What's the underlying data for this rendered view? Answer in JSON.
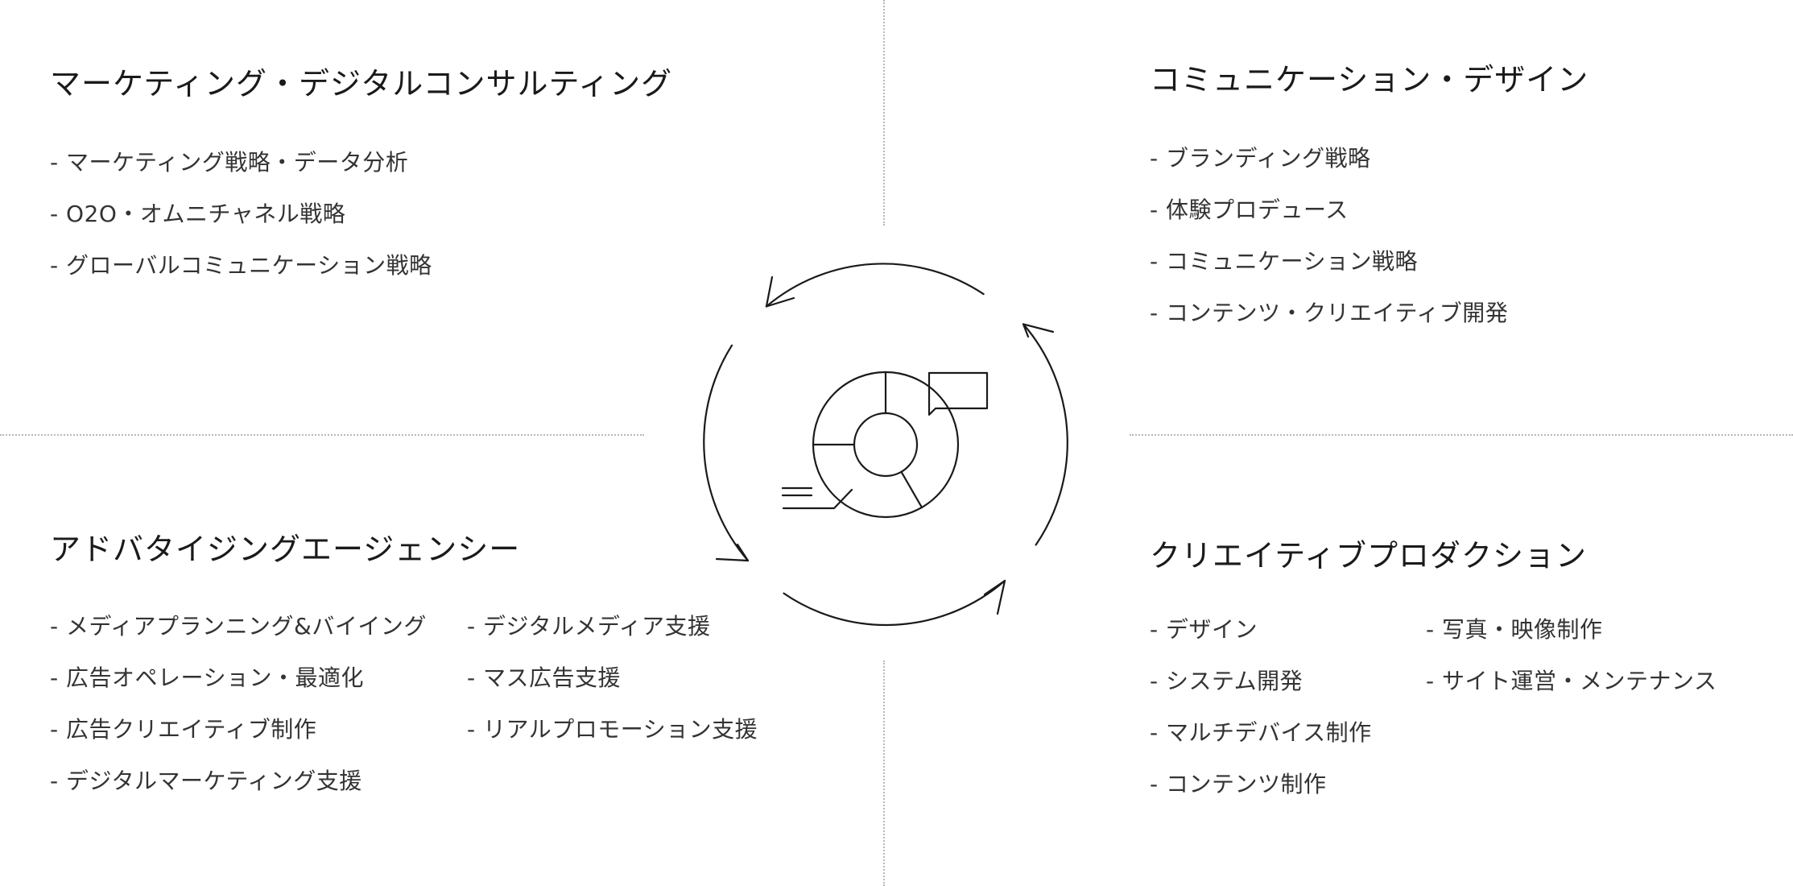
{
  "quadrants": {
    "marketing": {
      "title": "マーケティング・デジタルコンサルティング",
      "items": [
        "- マーケティング戦略・データ分析",
        "- O2O・オムニチャネル戦略",
        "- グローバルコミュニケーション戦略"
      ]
    },
    "communication": {
      "title": "コミュニケーション・デザイン",
      "items": [
        "- ブランディング戦略",
        "- 体験プロデュース",
        "- コミュニケーション戦略",
        "- コンテンツ・クリエイティブ開発"
      ]
    },
    "advertising": {
      "title": "アドバタイジングエージェンシー",
      "col1": [
        "- メディアプランニング&バイイング",
        "- 広告オペレーション・最適化",
        "- 広告クリエイティブ制作",
        "- デジタルマーケティング支援"
      ],
      "col2": [
        "- デジタルメディア支援",
        "- マス広告支援",
        "- リアルプロモーション支援"
      ]
    },
    "production": {
      "title": "クリエイティブプロダクション",
      "col1": [
        "- デザイン",
        "- システム開発",
        "- マルチデバイス制作",
        "- コンテンツ制作"
      ],
      "col2": [
        "- 写真・映像制作",
        "- サイト運営・メンテナンス"
      ]
    }
  },
  "diagram": {
    "icon": "cycle-arrows-with-segmented-donut-and-speech-bubble-icon",
    "stroke_color": "#1a1a1a",
    "divider_color": "#b8b8b8"
  }
}
